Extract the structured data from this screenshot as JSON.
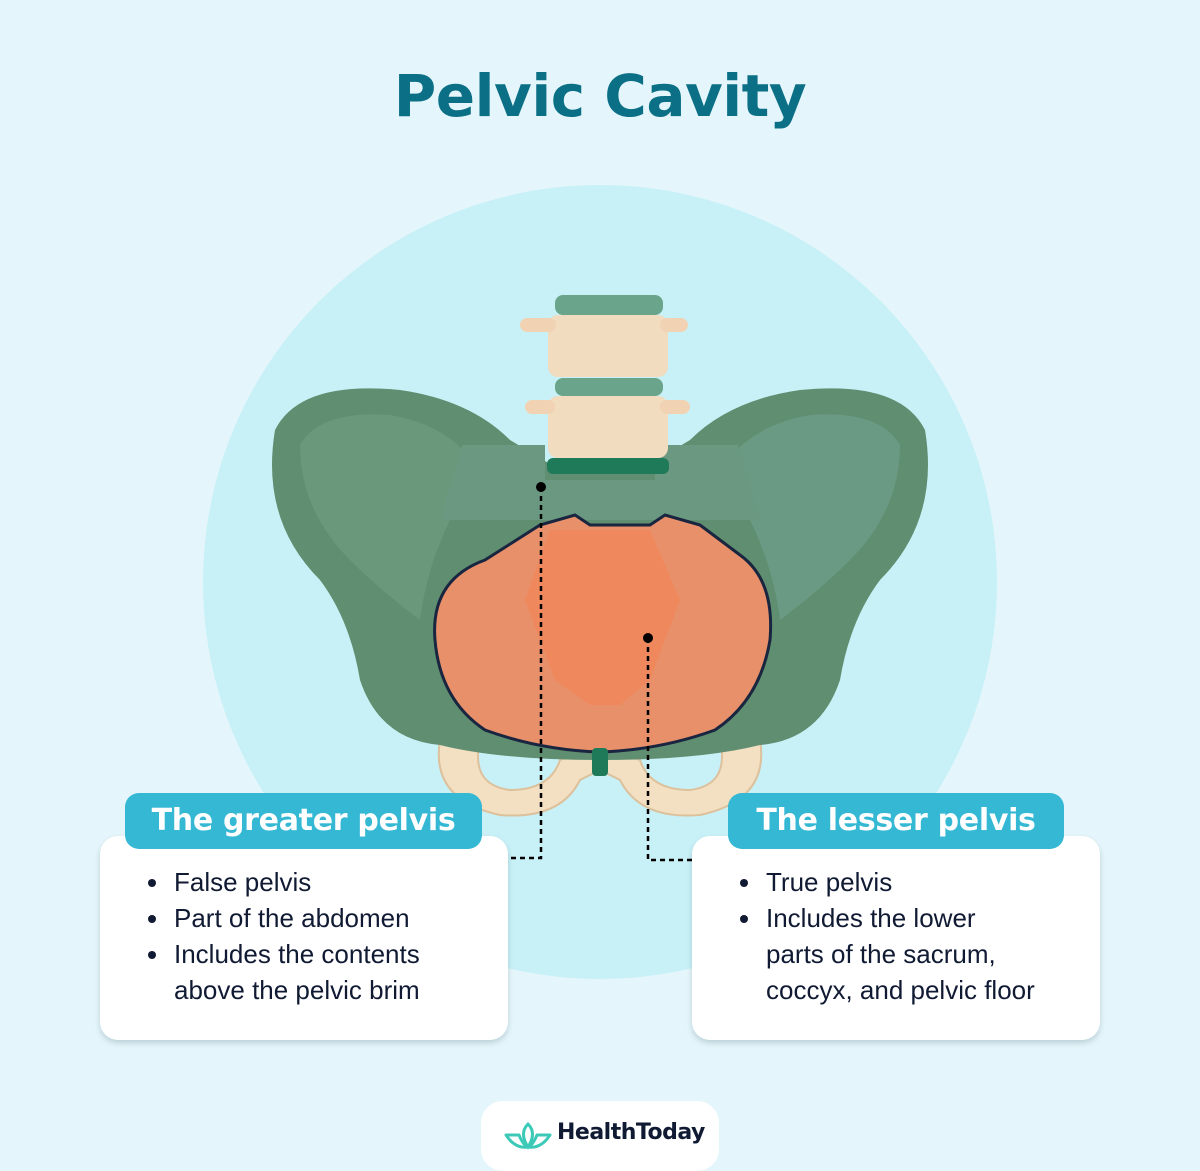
{
  "title": "Pelvic Cavity",
  "illustration": {
    "subject": "pelvis-anatomy",
    "colors": {
      "hip_bone": "#5f8e70",
      "cavity_highlight": "#e8906a",
      "vertebra": "#f1dcc0",
      "disc": "#6aa48a",
      "background_circle": "#c8f1f7"
    }
  },
  "cards": [
    {
      "header": "The greater pelvis",
      "items": [
        "False pelvis",
        "Part of the abdomen",
        "Includes the contents",
        "above the pelvic brim"
      ]
    },
    {
      "header": "The lesser pelvis",
      "items": [
        "True pelvis",
        "Includes the lower",
        "parts of the sacrum,",
        "coccyx, and pelvic floor"
      ]
    }
  ],
  "brand": {
    "name": "HealthToday",
    "icon": "lotus-icon",
    "accent": "#3cc9b8"
  },
  "colors": {
    "title": "#0b6f86",
    "header_bg": "#35b8d4",
    "page_bg": "#e4f6fb"
  }
}
